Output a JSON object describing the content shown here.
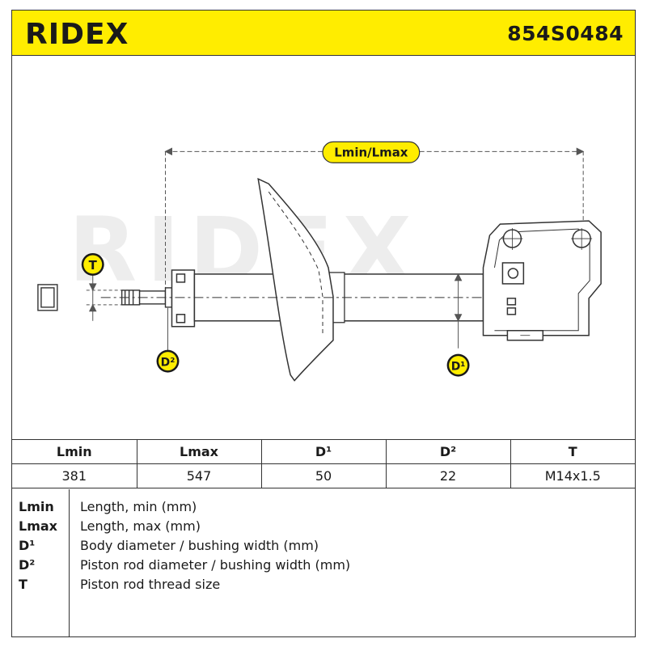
{
  "header": {
    "brand": "RIDEX",
    "part_number": "854S0484",
    "background_color": "#ffed00"
  },
  "drawing": {
    "watermark": "RIDEX",
    "dimension_labels": {
      "length": "Lmin/Lmax",
      "thread": "T",
      "rod_diameter": "D²",
      "body_diameter": "D¹"
    },
    "label_color": "#ffed00"
  },
  "spec_table": {
    "headers": [
      "Lmin",
      "Lmax",
      "D¹",
      "D²",
      "T"
    ],
    "values": [
      "381",
      "547",
      "50",
      "22",
      "M14x1.5"
    ]
  },
  "legend": [
    {
      "key": "Lmin",
      "desc": "Length, min (mm)"
    },
    {
      "key": "Lmax",
      "desc": "Length, max (mm)"
    },
    {
      "key": "D¹",
      "desc": "Body diameter / bushing width (mm)"
    },
    {
      "key": "D²",
      "desc": "Piston rod diameter / bushing width (mm)"
    },
    {
      "key": "T",
      "desc": "Piston rod thread size"
    }
  ]
}
